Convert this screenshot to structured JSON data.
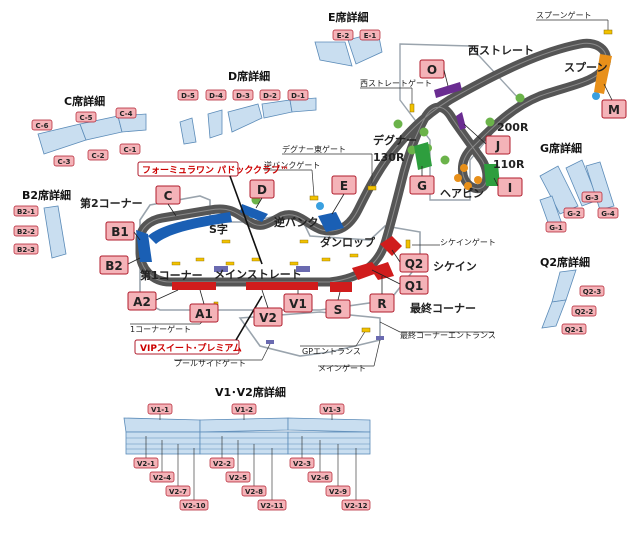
{
  "sections": {
    "e": "E席詳細",
    "d": "D席詳細",
    "c": "C席詳細",
    "b2": "B2席詳細",
    "g": "G席詳細",
    "q2": "Q2席詳細",
    "v": "V1･V2席詳細"
  },
  "corners": {
    "spoon": "スプーン",
    "west_straight": "西ストレート",
    "r200": "200R",
    "degner": "デグナー",
    "r130": "130R",
    "r110": "110R",
    "hairpin": "ヘアピン",
    "second_corner": "第2コーナー",
    "s_curve": "S字",
    "reverse_bank": "逆バンク",
    "dunlop": "ダンロップ",
    "first_corner": "第1コーナー",
    "main_straight": "メインストレート",
    "chicane": "シケイン",
    "last_corner": "最終コーナー"
  },
  "gates": {
    "spoon_gate": "スプーンゲート",
    "west_gate": "西ストレートゲート",
    "degner_east": "デグナー東ゲート",
    "reverse_bank_gate": "逆バンクゲート",
    "chicane_gate": "シケインゲート",
    "first_corner_gate": "1コーナーゲート",
    "gp_entrance": "GPエントランス",
    "last_corner_entrance": "最終コーナーエントランス",
    "poolside_gate": "プールサイドゲート",
    "main_gate": "メインゲート"
  },
  "clubs": {
    "formula": "フォーミュラワン パドッククラブ™",
    "vip": "VIPスイート･プレミアム"
  },
  "stands": {
    "O": "O",
    "M": "M",
    "J": "J",
    "G": "G",
    "I": "I",
    "E": "E",
    "D": "D",
    "C": "C",
    "B1": "B1",
    "B2": "B2",
    "Q2": "Q2",
    "Q1": "Q1",
    "R": "R",
    "S": "S",
    "A1": "A1",
    "A2": "A2",
    "V1": "V1",
    "V2": "V2"
  },
  "subs": {
    "e": [
      "E-2",
      "E-1"
    ],
    "d": [
      "D-5",
      "D-4",
      "D-3",
      "D-2",
      "D-1"
    ],
    "c": [
      "C-6",
      "C-5",
      "C-4",
      "C-3",
      "C-2",
      "C-1"
    ],
    "b2": [
      "B2-1",
      "B2-2",
      "B2-3"
    ],
    "g": [
      "G-3",
      "G-4",
      "G-2",
      "G-1"
    ],
    "q2": [
      "Q2-3",
      "Q2-2",
      "Q2-1"
    ],
    "v_top": [
      "V1-1",
      "V1-2",
      "V1-3"
    ],
    "v_bottom": [
      "V2-1",
      "V2-4",
      "V2-7",
      "V2-10",
      "V2-2",
      "V2-5",
      "V2-8",
      "V2-11",
      "V2-3",
      "V2-6",
      "V2-9",
      "V2-12"
    ]
  },
  "colors": {
    "track": "#555555",
    "blue": "#1a5fb4",
    "red": "#d01c1c",
    "green": "#2e9e3e",
    "purple": "#6a2c91",
    "orange": "#e8901a",
    "tag_fill": "#f4b3b8",
    "tag_stroke": "#b01c2c",
    "light_blue": "#c9def0"
  }
}
